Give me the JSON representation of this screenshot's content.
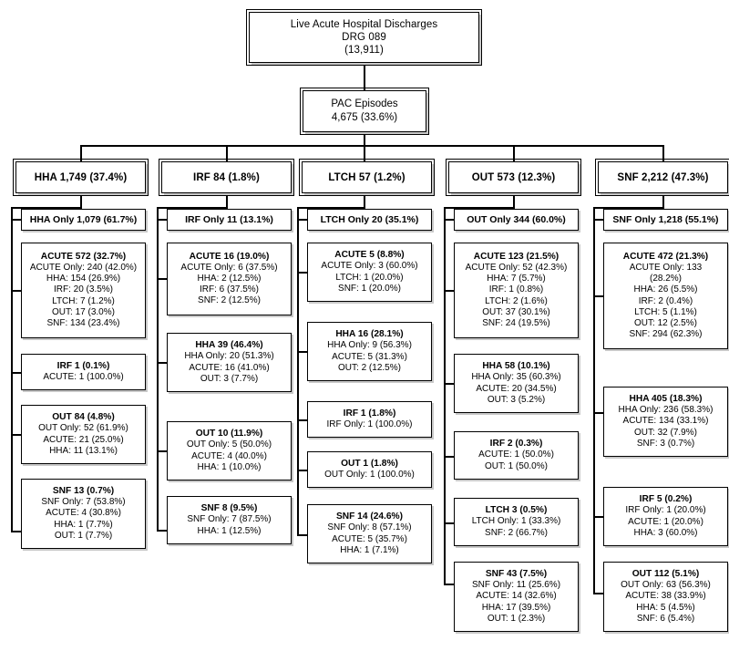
{
  "diagram": {
    "title": "Live Acute Hospital Discharges DRG 089 post-acute care pathway flowchart",
    "root": {
      "line1": "Live Acute Hospital Discharges",
      "line2": "DRG 089",
      "line3": "(13,911)"
    },
    "pac": {
      "line1": "PAC Episodes",
      "line2": "4,675 (33.6%)"
    },
    "columns": [
      {
        "key": "hha",
        "header": "HHA 1,749 (37.4%)",
        "only": "HHA Only 1,079 (61.7%)",
        "details": [
          {
            "header": "ACUTE 572 (32.7%)",
            "lines": [
              "ACUTE Only: 240 (42.0%)",
              "HHA: 154 (26.9%)",
              "IRF: 20 (3.5%)",
              "LTCH: 7 (1.2%)",
              "OUT: 17 (3.0%)",
              "SNF: 134 (23.4%)"
            ]
          },
          {
            "header": "IRF 1 (0.1%)",
            "lines": [
              "ACUTE: 1 (100.0%)"
            ]
          },
          {
            "header": "OUT 84 (4.8%)",
            "lines": [
              "OUT Only: 52 (61.9%)",
              "ACUTE: 21 (25.0%)",
              "HHA: 11 (13.1%)"
            ]
          },
          {
            "header": "SNF 13 (0.7%)",
            "lines": [
              "SNF Only: 7 (53.8%)",
              "ACUTE: 4 (30.8%)",
              "HHA: 1 (7.7%)",
              "OUT: 1 (7.7%)"
            ]
          }
        ]
      },
      {
        "key": "irf",
        "header": "IRF 84 (1.8%)",
        "only": "IRF Only 11 (13.1%)",
        "details": [
          {
            "header": "ACUTE 16 (19.0%)",
            "lines": [
              "ACUTE Only: 6 (37.5%)",
              "HHA: 2 (12.5%)",
              "IRF: 6 (37.5%)",
              "SNF: 2 (12.5%)"
            ]
          },
          {
            "header": "HHA 39 (46.4%)",
            "lines": [
              "HHA Only: 20 (51.3%)",
              "ACUTE: 16 (41.0%)",
              "OUT: 3 (7.7%)"
            ]
          },
          {
            "header": "OUT 10 (11.9%)",
            "lines": [
              "OUT Only: 5 (50.0%)",
              "ACUTE: 4 (40.0%)",
              "HHA: 1 (10.0%)"
            ]
          },
          {
            "header": "SNF 8 (9.5%)",
            "lines": [
              "SNF Only: 7 (87.5%)",
              "HHA: 1 (12.5%)"
            ]
          }
        ]
      },
      {
        "key": "ltch",
        "header": "LTCH 57 (1.2%)",
        "only": "LTCH Only 20 (35.1%)",
        "details": [
          {
            "header": "ACUTE 5 (8.8%)",
            "lines": [
              "ACUTE Only: 3 (60.0%)",
              "LTCH: 1 (20.0%)",
              "SNF: 1 (20.0%)"
            ]
          },
          {
            "header": "HHA 16 (28.1%)",
            "lines": [
              "HHA Only: 9 (56.3%)",
              "ACUTE: 5 (31.3%)",
              "OUT: 2 (12.5%)"
            ]
          },
          {
            "header": "IRF 1 (1.8%)",
            "lines": [
              "IRF Only: 1 (100.0%)"
            ]
          },
          {
            "header": "OUT 1 (1.8%)",
            "lines": [
              "OUT Only: 1 (100.0%)"
            ]
          },
          {
            "header": "SNF 14 (24.6%)",
            "lines": [
              "SNF Only: 8 (57.1%)",
              "ACUTE: 5 (35.7%)",
              "HHA: 1 (7.1%)"
            ]
          }
        ]
      },
      {
        "key": "out",
        "header": "OUT 573 (12.3%)",
        "only": "OUT Only 344 (60.0%)",
        "details": [
          {
            "header": "ACUTE 123 (21.5%)",
            "lines": [
              "ACUTE Only: 52 (42.3%)",
              "HHA: 7 (5.7%)",
              "IRF: 1 (0.8%)",
              "LTCH: 2 (1.6%)",
              "OUT: 37 (30.1%)",
              "SNF: 24 (19.5%)"
            ]
          },
          {
            "header": "HHA 58 (10.1%)",
            "lines": [
              "HHA Only: 35 (60.3%)",
              "ACUTE: 20 (34.5%)",
              "OUT: 3 (5.2%)"
            ]
          },
          {
            "header": "IRF 2 (0.3%)",
            "lines": [
              "ACUTE: 1 (50.0%)",
              "OUT: 1 (50.0%)"
            ]
          },
          {
            "header": "LTCH 3 (0.5%)",
            "lines": [
              "LTCH Only: 1 (33.3%)",
              "SNF: 2 (66.7%)"
            ]
          },
          {
            "header": "SNF 43 (7.5%)",
            "lines": [
              "SNF Only: 11 (25.6%)",
              "ACUTE: 14 (32.6%)",
              "HHA: 17 (39.5%)",
              "OUT: 1 (2.3%)"
            ]
          }
        ]
      },
      {
        "key": "snf",
        "header": "SNF 2,212 (47.3%)",
        "only": "SNF Only 1,218 (55.1%)",
        "details": [
          {
            "header": "ACUTE 472 (21.3%)",
            "lines": [
              "ACUTE Only: 133 (28.2%)",
              "HHA: 26 (5.5%)",
              "IRF: 2 (0.4%)",
              "LTCH: 5 (1.1%)",
              "OUT: 12 (2.5%)",
              "SNF: 294 (62.3%)"
            ]
          },
          {
            "header": "HHA 405 (18.3%)",
            "lines": [
              "HHA Only: 236 (58.3%)",
              "ACUTE: 134 (33.1%)",
              "OUT: 32 (7.9%)",
              "SNF: 3 (0.7%)"
            ]
          },
          {
            "header": "IRF 5 (0.2%)",
            "lines": [
              "IRF Only: 1 (20.0%)",
              "ACUTE: 1 (20.0%)",
              "HHA: 3 (60.0%)"
            ]
          },
          {
            "header": "OUT 112 (5.1%)",
            "lines": [
              "OUT Only: 63 (56.3%)",
              "ACUTE: 38 (33.9%)",
              "HHA: 5 (4.5%)",
              "SNF: 6 (5.4%)"
            ]
          }
        ]
      }
    ]
  }
}
